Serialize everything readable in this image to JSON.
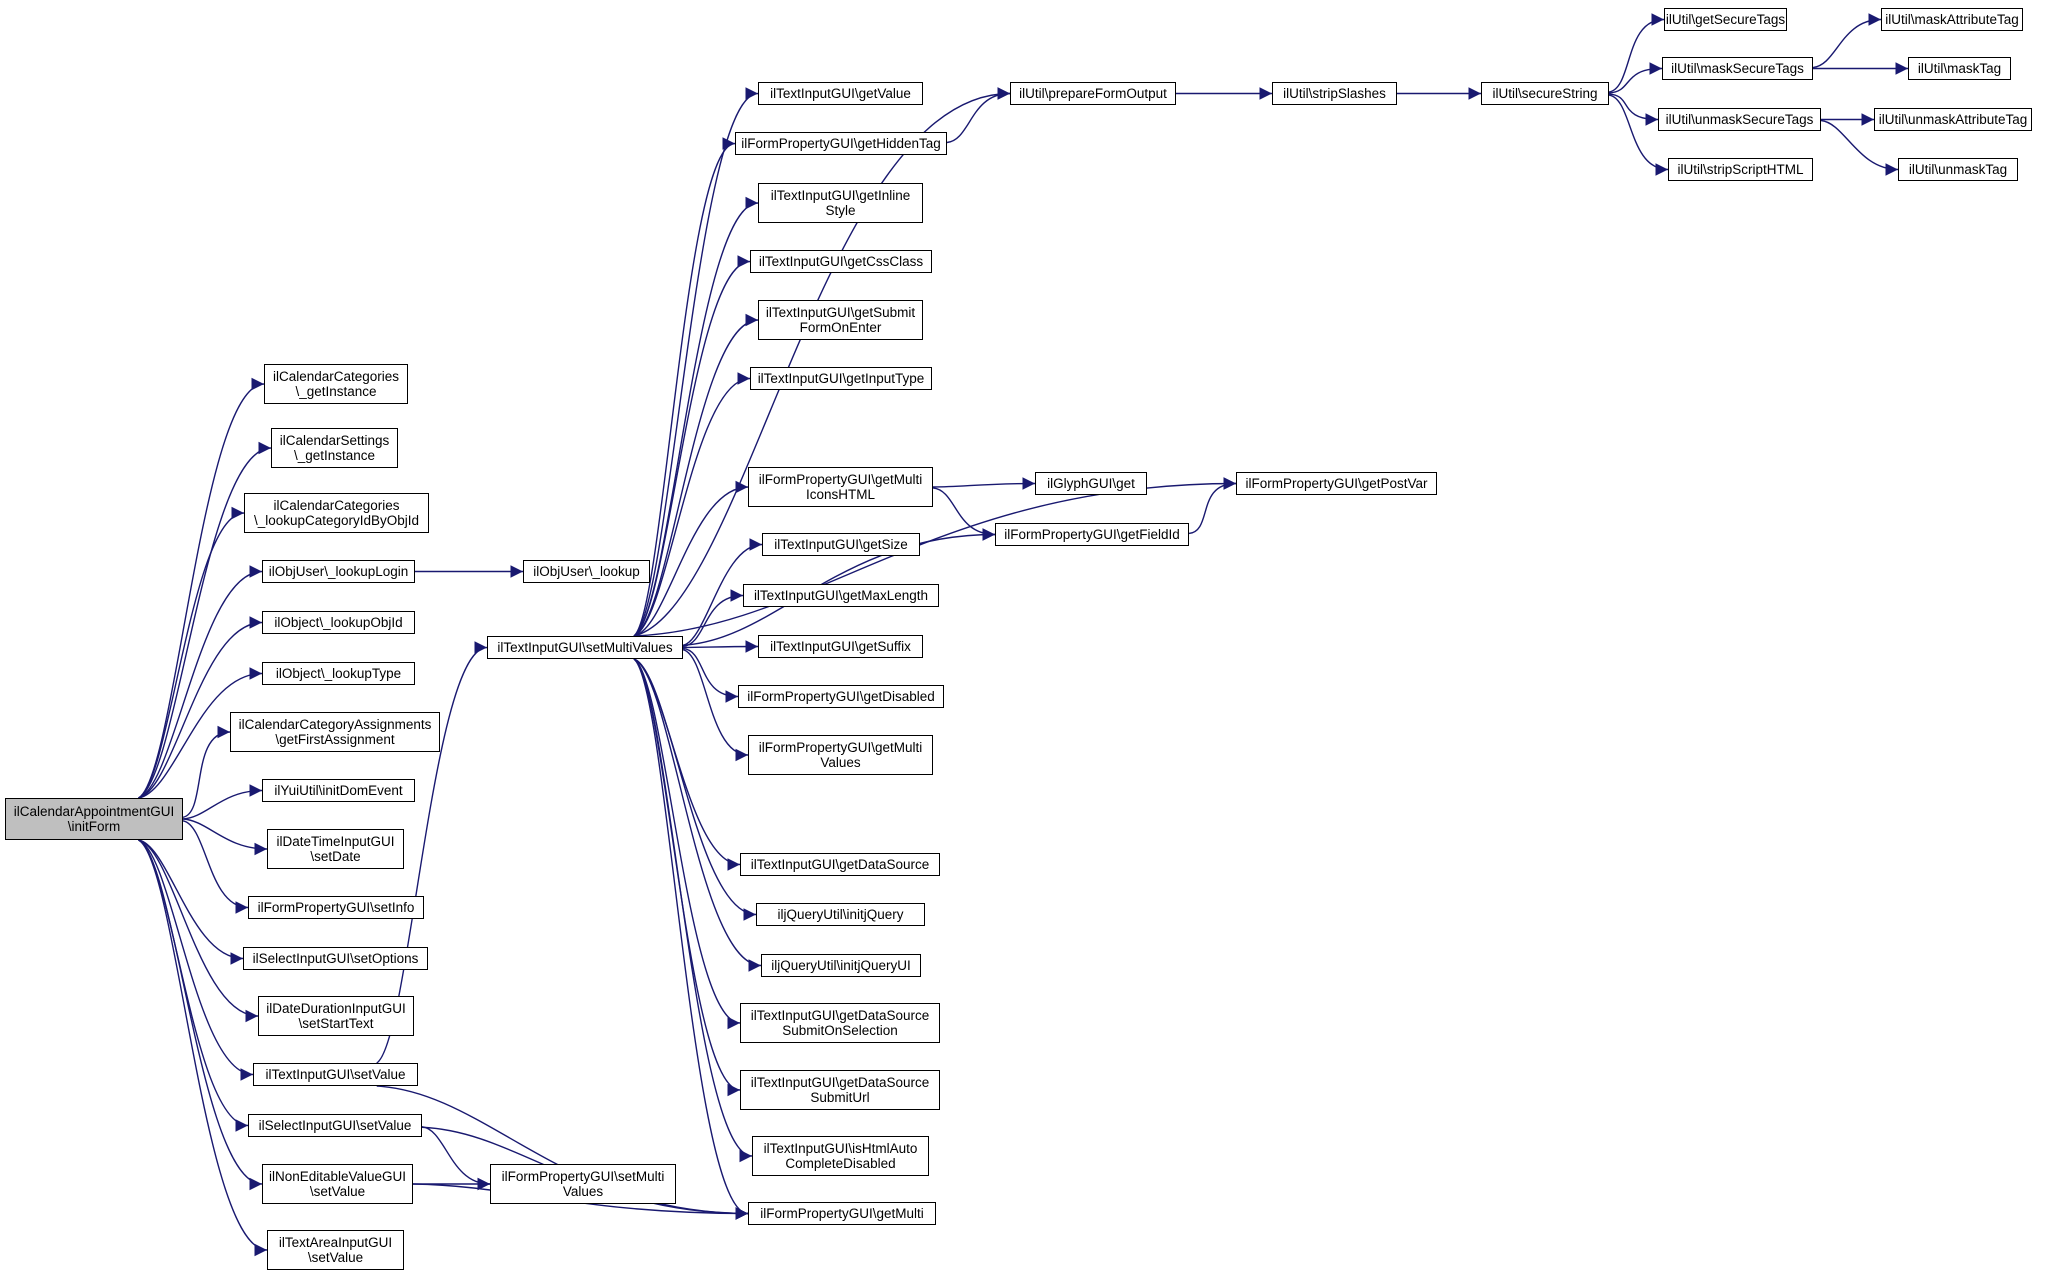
{
  "nodes": [
    {
      "id": "n0",
      "label": "ilCalendarAppointmentGUI\n\\initForm",
      "root": true
    },
    {
      "id": "n1",
      "label": "ilCalendarCategories\n\\_getInstance"
    },
    {
      "id": "n2",
      "label": "ilCalendarSettings\n\\_getInstance"
    },
    {
      "id": "n3",
      "label": "ilCalendarCategories\n\\_lookupCategoryIdByObjId"
    },
    {
      "id": "n4",
      "label": "ilObjUser\\_lookupLogin"
    },
    {
      "id": "n5",
      "label": "ilObject\\_lookupObjId"
    },
    {
      "id": "n6",
      "label": "ilObject\\_lookupType"
    },
    {
      "id": "n7",
      "label": "ilCalendarCategoryAssignments\n\\getFirstAssignment"
    },
    {
      "id": "n8",
      "label": "ilYuiUtil\\initDomEvent"
    },
    {
      "id": "n9",
      "label": "ilDateTimeInputGUI\n\\setDate"
    },
    {
      "id": "n10",
      "label": "ilFormPropertyGUI\\setInfo"
    },
    {
      "id": "n11",
      "label": "ilSelectInputGUI\\setOptions"
    },
    {
      "id": "n12",
      "label": "ilDateDurationInputGUI\n\\setStartText"
    },
    {
      "id": "n13",
      "label": "ilTextInputGUI\\setValue"
    },
    {
      "id": "n14",
      "label": "ilSelectInputGUI\\setValue"
    },
    {
      "id": "n15",
      "label": "ilNonEditableValueGUI\n\\setValue"
    },
    {
      "id": "n16",
      "label": "ilTextAreaInputGUI\n\\setValue"
    },
    {
      "id": "n17",
      "label": "ilObjUser\\_lookup"
    },
    {
      "id": "n18",
      "label": "ilTextInputGUI\\setMultiValues"
    },
    {
      "id": "n19",
      "label": "ilFormPropertyGUI\\setMulti\nValues"
    },
    {
      "id": "n20",
      "label": "ilFormPropertyGUI\\getMulti"
    },
    {
      "id": "n21",
      "label": "ilTextInputGUI\\getValue"
    },
    {
      "id": "n22",
      "label": "ilFormPropertyGUI\\getHiddenTag"
    },
    {
      "id": "n23",
      "label": "ilTextInputGUI\\getInline\nStyle"
    },
    {
      "id": "n24",
      "label": "ilTextInputGUI\\getCssClass"
    },
    {
      "id": "n25",
      "label": "ilTextInputGUI\\getSubmit\nFormOnEnter"
    },
    {
      "id": "n26",
      "label": "ilTextInputGUI\\getInputType"
    },
    {
      "id": "n27",
      "label": "ilFormPropertyGUI\\getMulti\nIconsHTML"
    },
    {
      "id": "n28",
      "label": "ilTextInputGUI\\getSize"
    },
    {
      "id": "n29",
      "label": "ilTextInputGUI\\getMaxLength"
    },
    {
      "id": "n30",
      "label": "ilTextInputGUI\\getSuffix"
    },
    {
      "id": "n31",
      "label": "ilFormPropertyGUI\\getDisabled"
    },
    {
      "id": "n32",
      "label": "ilFormPropertyGUI\\getMulti\nValues"
    },
    {
      "id": "n33",
      "label": "ilTextInputGUI\\getDataSource"
    },
    {
      "id": "n34",
      "label": "iljQueryUtil\\initjQuery"
    },
    {
      "id": "n35",
      "label": "iljQueryUtil\\initjQueryUI"
    },
    {
      "id": "n36",
      "label": "ilTextInputGUI\\getDataSource\nSubmitOnSelection"
    },
    {
      "id": "n37",
      "label": "ilTextInputGUI\\getDataSource\nSubmitUrl"
    },
    {
      "id": "n38",
      "label": "ilTextInputGUI\\isHtmlAuto\nCompleteDisabled"
    },
    {
      "id": "n39",
      "label": "ilUtil\\prepareFormOutput"
    },
    {
      "id": "n40",
      "label": "ilGlyphGUI\\get"
    },
    {
      "id": "n41",
      "label": "ilFormPropertyGUI\\getFieldId"
    },
    {
      "id": "n42",
      "label": "ilFormPropertyGUI\\getPostVar"
    },
    {
      "id": "n43",
      "label": "ilUtil\\stripSlashes"
    },
    {
      "id": "n44",
      "label": "ilUtil\\secureString"
    },
    {
      "id": "n45",
      "label": "ilUtil\\getSecureTags"
    },
    {
      "id": "n46",
      "label": "ilUtil\\maskSecureTags"
    },
    {
      "id": "n47",
      "label": "ilUtil\\unmaskSecureTags"
    },
    {
      "id": "n48",
      "label": "ilUtil\\stripScriptHTML"
    },
    {
      "id": "n49",
      "label": "ilUtil\\maskAttributeTag"
    },
    {
      "id": "n50",
      "label": "ilUtil\\maskTag"
    },
    {
      "id": "n51",
      "label": "ilUtil\\unmaskAttributeTag"
    },
    {
      "id": "n52",
      "label": "ilUtil\\unmaskTag"
    }
  ],
  "edges": [
    [
      "n0",
      "n1"
    ],
    [
      "n0",
      "n2"
    ],
    [
      "n0",
      "n3"
    ],
    [
      "n0",
      "n4"
    ],
    [
      "n0",
      "n5"
    ],
    [
      "n0",
      "n6"
    ],
    [
      "n0",
      "n7"
    ],
    [
      "n0",
      "n8"
    ],
    [
      "n0",
      "n9"
    ],
    [
      "n0",
      "n10"
    ],
    [
      "n0",
      "n11"
    ],
    [
      "n0",
      "n12"
    ],
    [
      "n0",
      "n13"
    ],
    [
      "n0",
      "n14"
    ],
    [
      "n0",
      "n15"
    ],
    [
      "n0",
      "n16"
    ],
    [
      "n4",
      "n17"
    ],
    [
      "n13",
      "n18"
    ],
    [
      "n13",
      "n20"
    ],
    [
      "n14",
      "n19"
    ],
    [
      "n14",
      "n20"
    ],
    [
      "n15",
      "n19"
    ],
    [
      "n15",
      "n20"
    ],
    [
      "n18",
      "n39"
    ],
    [
      "n18",
      "n21"
    ],
    [
      "n18",
      "n22"
    ],
    [
      "n18",
      "n23"
    ],
    [
      "n18",
      "n24"
    ],
    [
      "n18",
      "n25"
    ],
    [
      "n18",
      "n26"
    ],
    [
      "n18",
      "n42"
    ],
    [
      "n18",
      "n27"
    ],
    [
      "n18",
      "n28"
    ],
    [
      "n18",
      "n29"
    ],
    [
      "n18",
      "n30"
    ],
    [
      "n18",
      "n31"
    ],
    [
      "n18",
      "n32"
    ],
    [
      "n18",
      "n41"
    ],
    [
      "n18",
      "n33"
    ],
    [
      "n18",
      "n34"
    ],
    [
      "n18",
      "n35"
    ],
    [
      "n18",
      "n36"
    ],
    [
      "n18",
      "n37"
    ],
    [
      "n18",
      "n38"
    ],
    [
      "n18",
      "n20"
    ],
    [
      "n22",
      "n39"
    ],
    [
      "n27",
      "n40"
    ],
    [
      "n27",
      "n41"
    ],
    [
      "n41",
      "n42"
    ],
    [
      "n39",
      "n43"
    ],
    [
      "n43",
      "n44"
    ],
    [
      "n44",
      "n45"
    ],
    [
      "n44",
      "n46"
    ],
    [
      "n44",
      "n47"
    ],
    [
      "n44",
      "n48"
    ],
    [
      "n46",
      "n49"
    ],
    [
      "n46",
      "n50"
    ],
    [
      "n47",
      "n51"
    ],
    [
      "n47",
      "n52"
    ]
  ],
  "colors": {
    "edge": "#191970",
    "root_fill": "#bfbfbf",
    "node_fill": "#ffffff",
    "border": "#000000"
  }
}
